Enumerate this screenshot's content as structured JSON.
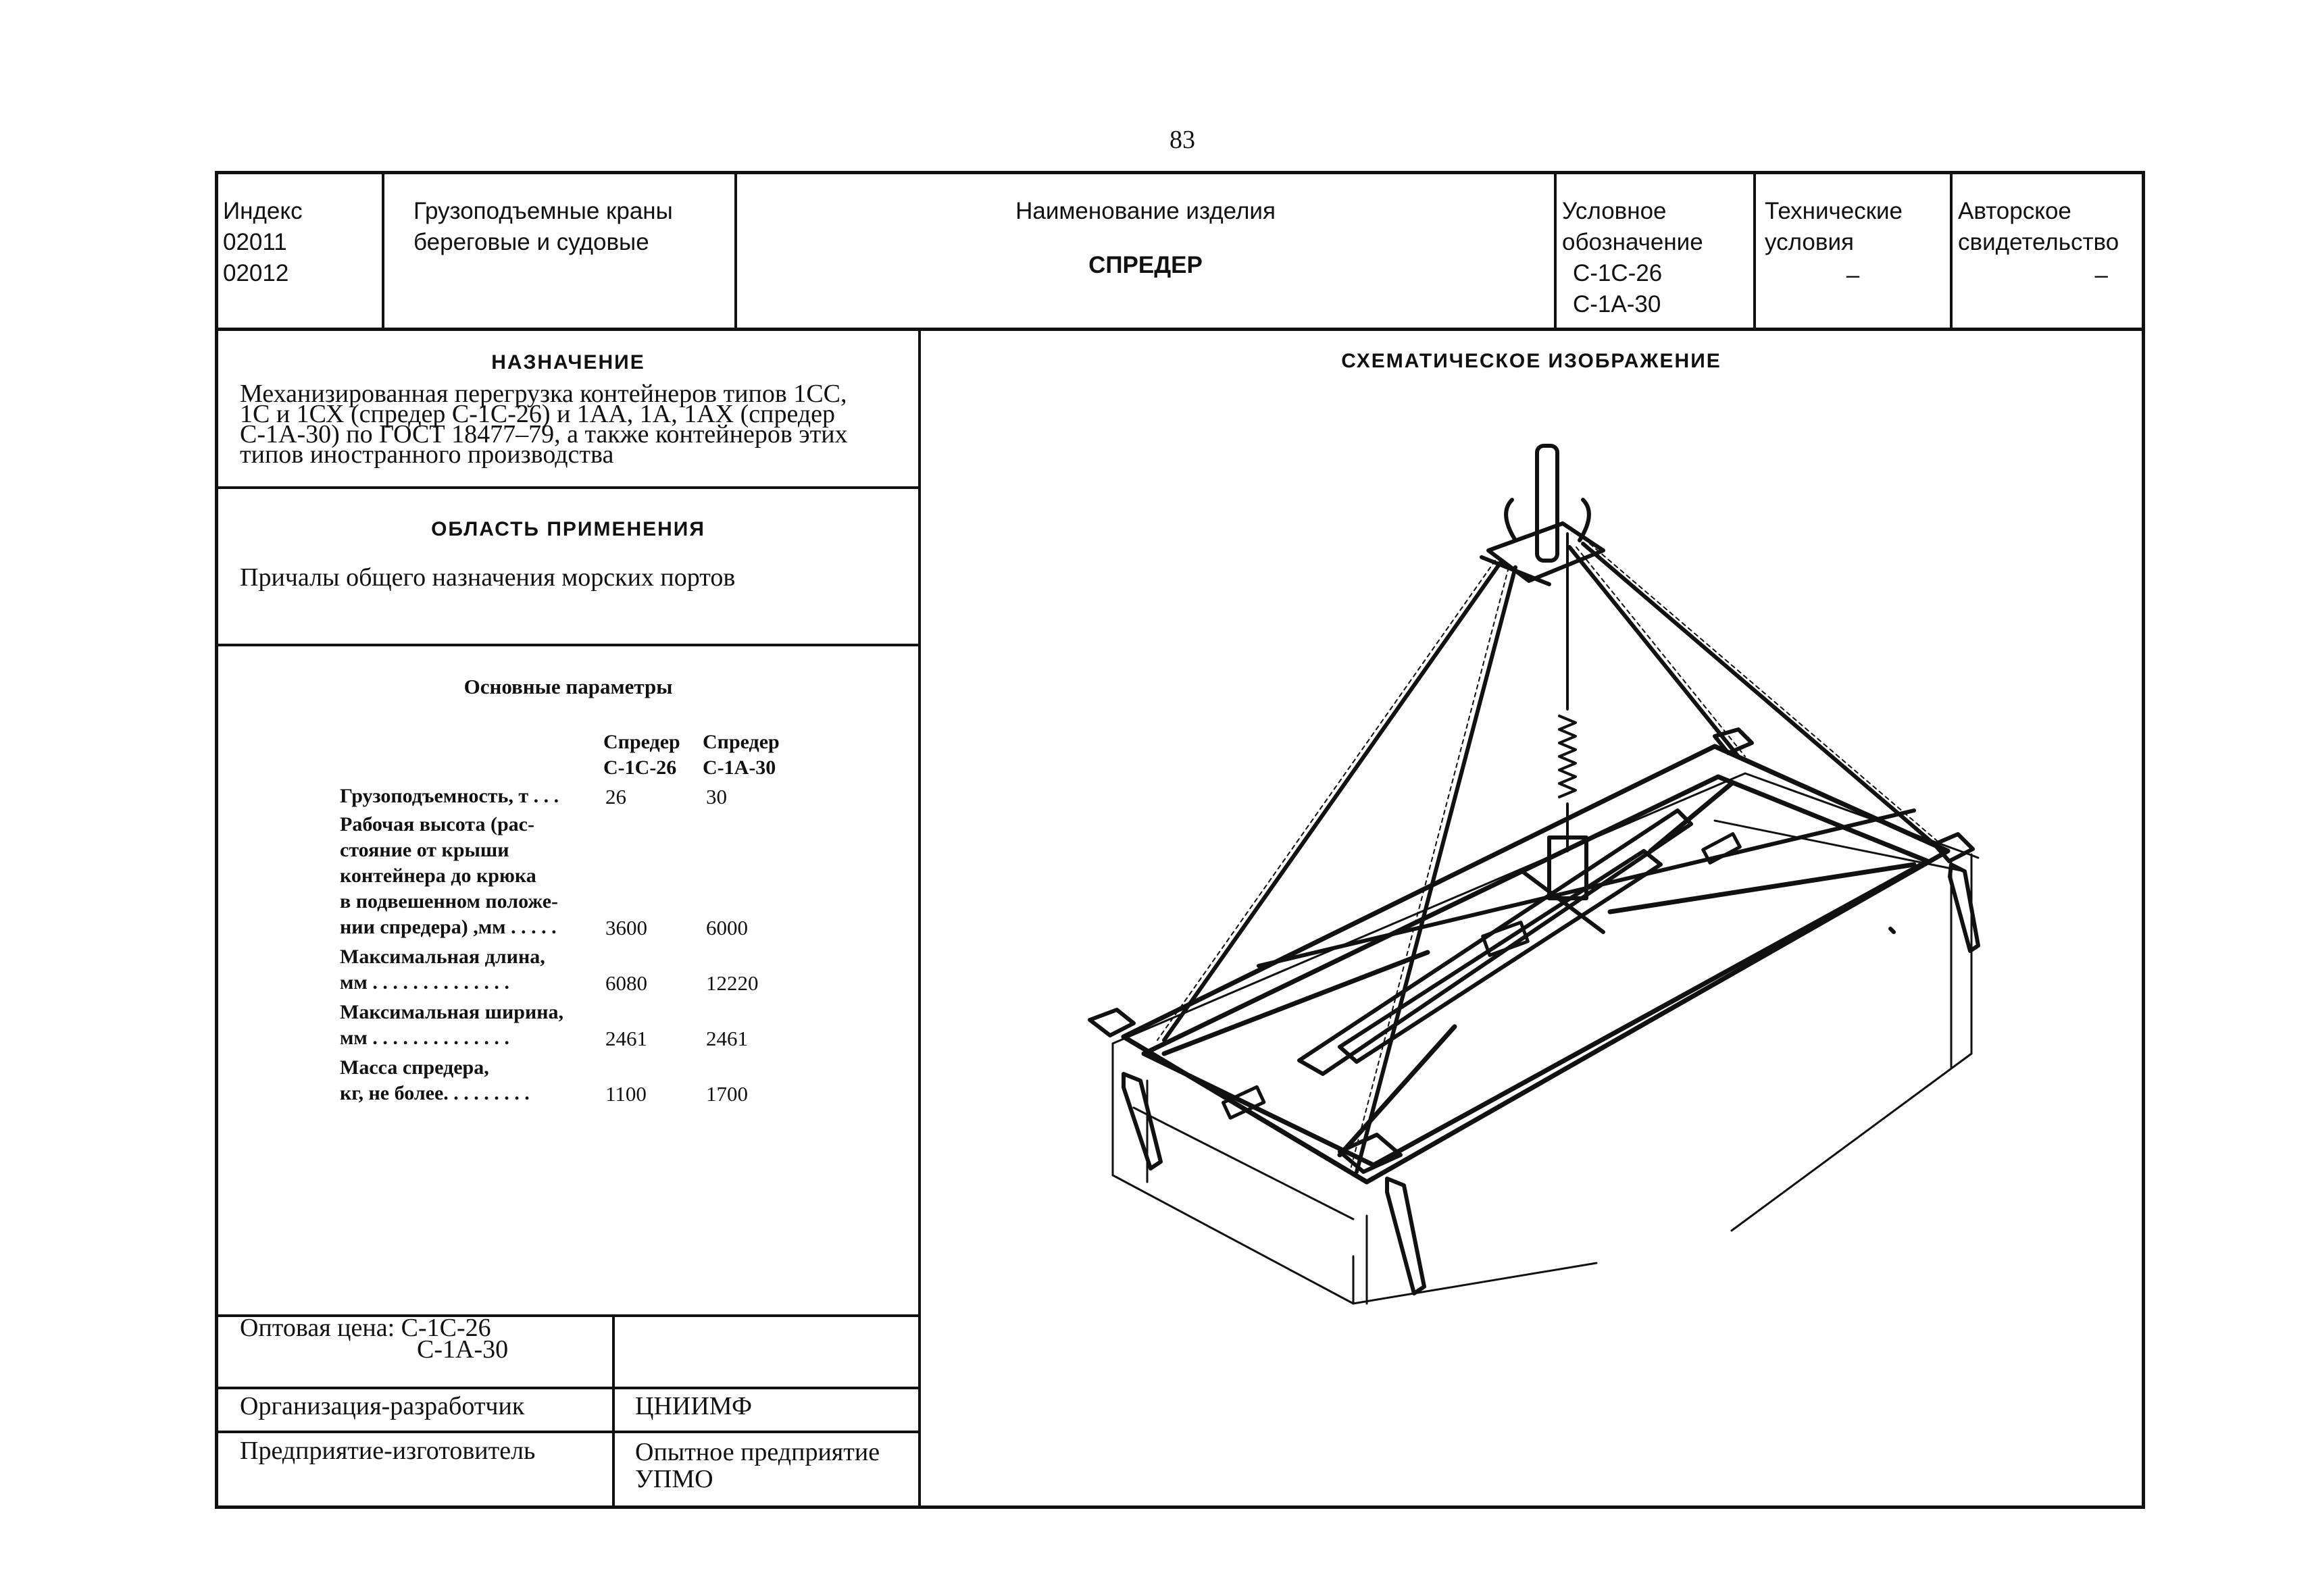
{
  "page_number": "83",
  "header": {
    "index_label": "Индекс",
    "index_codes": [
      "02011",
      "02012"
    ],
    "industry_lines": [
      "Грузоподъемные краны",
      "береговые и судовые"
    ],
    "product_label": "Наименование изделия",
    "product_name": "СПРЕДЕР",
    "designation_lines": [
      "Условное",
      "обозначение",
      "С-1С-26",
      "С-1А-30"
    ],
    "tech_lines": [
      "Технические",
      "условия"
    ],
    "tech_value": "–",
    "author_lines": [
      "Авторское",
      "свидетельство"
    ],
    "author_value": "–"
  },
  "purpose": {
    "title": "НАЗНАЧЕНИЕ",
    "lines": [
      "Механизированная перегрузка контейнеров  типов 1СС,",
      "1С и 1СХ  (спредер С-1С-26)  и 1АА, 1А, 1АХ  (спредер",
      "С-1А-30)  по ГОСТ 18477–79, а также контейнеров этих",
      "типов иностранного производства"
    ]
  },
  "scope": {
    "title": "ОБЛАСТЬ ПРИМЕНЕНИЯ",
    "text": "Причалы общего назначения морских портов"
  },
  "params": {
    "title": "Основные параметры",
    "col_headers": [
      [
        "Спредер",
        "С-1С-26"
      ],
      [
        "Спредер",
        "С-1А-30"
      ]
    ],
    "rows": [
      {
        "lines": [
          "Грузоподъемность, т . . ."
        ],
        "v1": "26",
        "v2": "30"
      },
      {
        "lines": [
          "Рабочая высота  (рас-",
          "стояние от крыши",
          "контейнера до крюка",
          "в подвешенном положе-",
          "нии спредера) ,мм . . . . ."
        ],
        "v1": "3600",
        "v2": "6000"
      },
      {
        "lines": [
          "Максимальная длина,",
          "мм . . . . . . . . . . . . . ."
        ],
        "v1": "6080",
        "v2": "12220"
      },
      {
        "lines": [
          "Максимальная   ширина,",
          "мм . . . . . . . . . . . . . ."
        ],
        "v1": "2461",
        "v2": "2461"
      },
      {
        "lines": [
          "Масса  спредера,",
          "кг, не более. . . . . . . . ."
        ],
        "v1": "1100",
        "v2": "1700"
      }
    ]
  },
  "price": {
    "label": "Оптовая цена:",
    "items": [
      "С-1С-26",
      "С-1А-30"
    ],
    "value": ""
  },
  "developer": {
    "label": "Организация-разработчик",
    "value": "ЦНИИМФ"
  },
  "manufacturer": {
    "label": "Предприятие-изготовитель",
    "value_lines": [
      "Опытное предприятие",
      "УПМО"
    ]
  },
  "schematic": {
    "title": "СХЕМАТИЧЕСКОЕ ИЗОБРАЖЕНИЕ"
  }
}
